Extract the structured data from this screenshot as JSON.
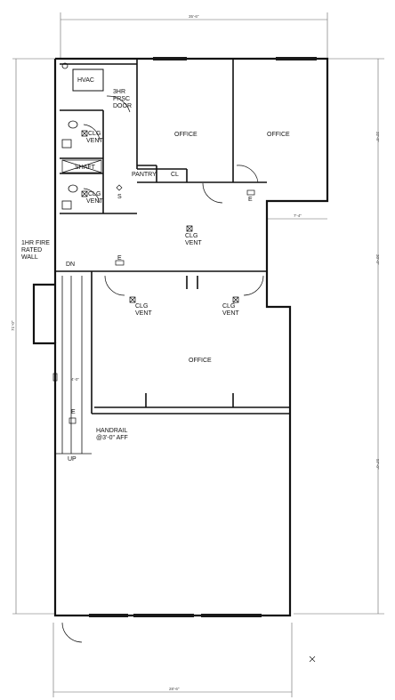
{
  "colors": {
    "ink": "#111111",
    "paper": "#ffffff",
    "window": "#1a1a1a",
    "thin": "#666666"
  },
  "labels": {
    "hvac": "HVAC",
    "frsc_1": "3HR",
    "frsc_2": "FRSC",
    "frsc_3": "DOOR",
    "office_left": "OFFICE",
    "office_right": "OFFICE",
    "clg_vent_1a": "CLG",
    "clg_vent_1b": "VENT",
    "clg_vent_2a": "CLG",
    "clg_vent_2b": "VENT",
    "shaft": "SHAFT",
    "pantry": "PANTRY",
    "cl": "CL",
    "s": "S",
    "e_right": "E",
    "clg_vent_center_a": "CLG",
    "clg_vent_center_b": "VENT",
    "fire_wall_1": "1HR FIRE",
    "fire_wall_2": "RATED",
    "fire_wall_3": "WALL",
    "dn": "DN",
    "e_center": "E",
    "clg_vent_mid_left_a": "CLG",
    "clg_vent_mid_left_b": "VENT",
    "clg_vent_mid_right_a": "CLG",
    "clg_vent_mid_right_b": "VENT",
    "office_mid": "OFFICE",
    "e_stair": "E",
    "handrail_1": "HANDRAIL",
    "handrail_2": "@3'-0\" AFF",
    "up": "UP"
  },
  "dimensions": {
    "top": "35'-6\"",
    "bottom": "28'-6\"",
    "right_upper": "32'-8\"",
    "right_mid": "30'-0\"",
    "right_lower": "57'-0\"",
    "left": "71'-0\"",
    "step": "7'-4\"",
    "stair": "4'-0\""
  }
}
